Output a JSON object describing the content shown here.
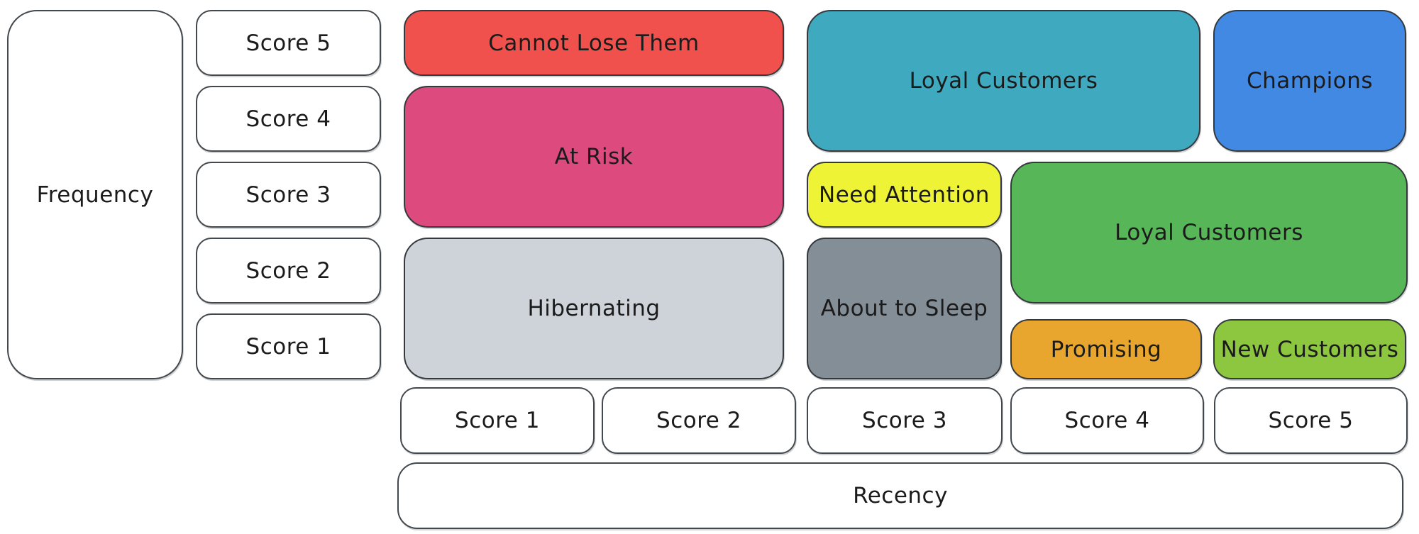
{
  "frequency_axis": {
    "label": "Frequency",
    "scores": [
      "Score 5",
      "Score 4",
      "Score 3",
      "Score 2",
      "Score 1"
    ]
  },
  "recency_axis": {
    "label": "Recency",
    "scores": [
      "Score 1",
      "Score 2",
      "Score 3",
      "Score 4",
      "Score 5"
    ]
  },
  "segments": {
    "cannot_lose": {
      "label": "Cannot Lose Them",
      "color": "#f0514d"
    },
    "at_risk": {
      "label": "At Risk",
      "color": "#dd4a7d"
    },
    "hibernating": {
      "label": "Hibernating",
      "color": "#cdd3d9"
    },
    "loyal_customers_top": {
      "label": "Loyal Customers",
      "color": "#3fa9bf"
    },
    "champions": {
      "label": "Champions",
      "color": "#4289e3"
    },
    "need_attention": {
      "label": "Need Attention",
      "color": "#eef335"
    },
    "loyal_customers_right": {
      "label": "Loyal Customers",
      "color": "#57b657"
    },
    "about_to_sleep": {
      "label": "About to Sleep",
      "color": "#848e97"
    },
    "promising": {
      "label": "Promising",
      "color": "#e9a62e"
    },
    "new_customers": {
      "label": "New Customers",
      "color": "#8cc73f"
    }
  },
  "text_color": "#1b1b1b"
}
